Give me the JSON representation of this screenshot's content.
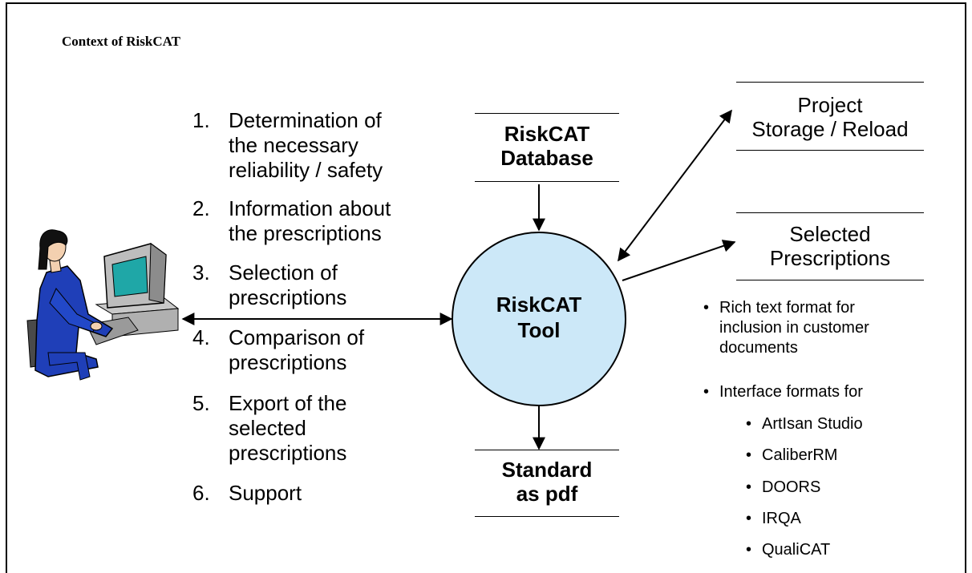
{
  "title": "Context of RiskCAT",
  "steps": [
    {
      "num": "1.",
      "text": "Determination of\nthe necessary\nreliability / safety"
    },
    {
      "num": "2.",
      "text": "Information about\nthe prescriptions"
    },
    {
      "num": "3.",
      "text": "Selection of\nprescriptions"
    },
    {
      "num": "4.",
      "text": "Comparison of\nprescriptions"
    },
    {
      "num": "5.",
      "text": "Export of the\nselected\nprescriptions"
    },
    {
      "num": "6.",
      "text": "Support"
    }
  ],
  "database": {
    "label": "RiskCAT\nDatabase"
  },
  "tool": {
    "label": "RiskCAT\nTool",
    "fill": "#cce8f8"
  },
  "standard": {
    "label": "Standard\nas pdf"
  },
  "project_storage": {
    "label": "Project\nStorage / Reload"
  },
  "selected_prescriptions": {
    "label": "Selected\nPrescriptions"
  },
  "bullets": [
    {
      "text": "Rich text format for\ninclusion in customer\ndocuments"
    },
    {
      "text": "Interface formats for"
    }
  ],
  "sub_bullets": [
    "ArtIsan Studio",
    "CaliberRM",
    "DOORS",
    "IRQA",
    "QualiCAT"
  ],
  "bullet_symbol": "•",
  "icons": {
    "user": "person-at-computer-icon"
  }
}
